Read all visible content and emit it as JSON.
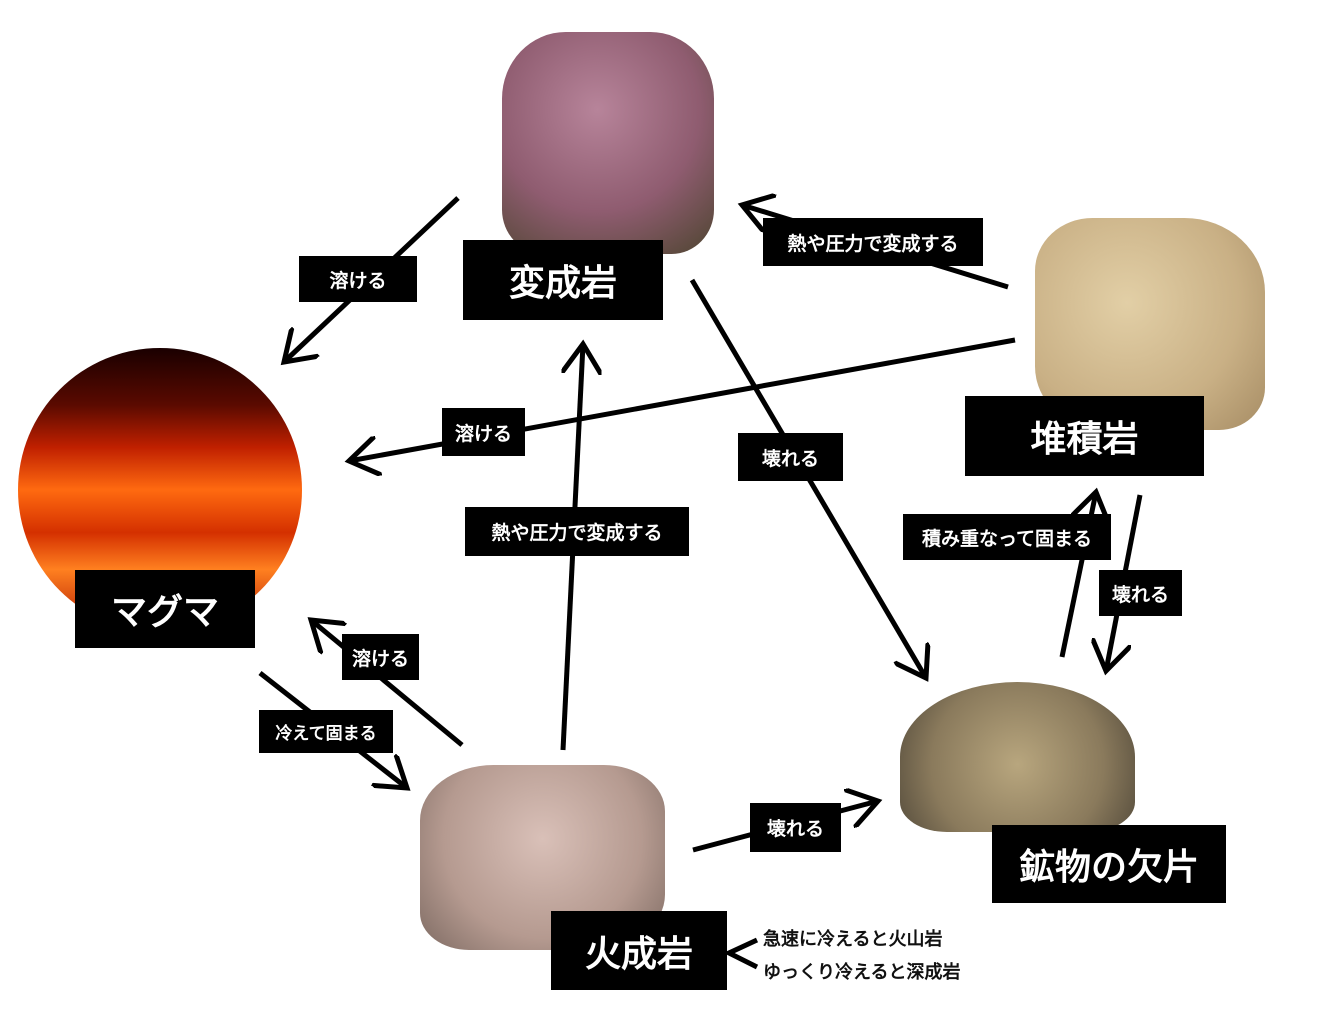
{
  "nodes": {
    "metamorphic": "変成岩",
    "sedimentary": "堆積岩",
    "magma": "マグマ",
    "igneous": "火成岩",
    "fragments": "鉱物の欠片"
  },
  "edges": {
    "meta_to_magma": "溶ける",
    "sed_to_meta": "熱や圧力で変成する",
    "sed_to_magma": "溶ける",
    "meta_to_frag": "壊れる",
    "ign_to_meta": "熱や圧力で変成する",
    "frag_to_sed": "積み重なって固まる",
    "sed_to_frag": "壊れる",
    "ign_to_magma": "溶ける",
    "magma_to_ign": "冷えて固まる",
    "ign_to_frag": "壊れる"
  },
  "notes": {
    "volcanic": "急速に冷えると火山岩",
    "plutonic": "ゆっくり冷えると深成岩"
  }
}
